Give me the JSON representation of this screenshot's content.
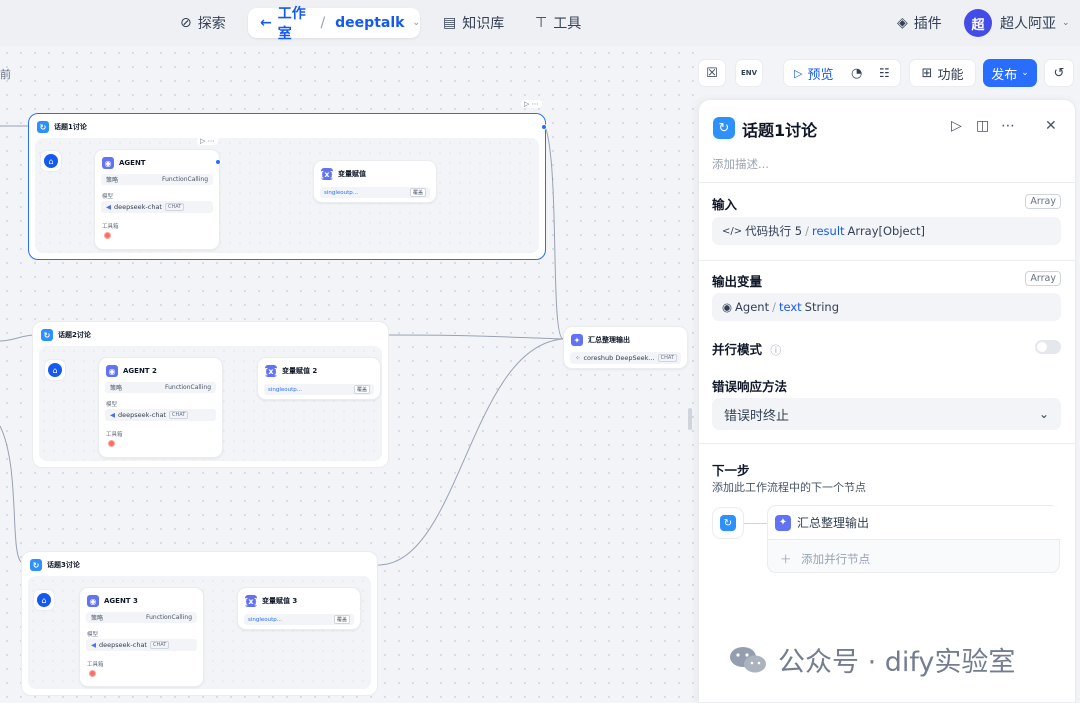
{
  "topbar": {
    "explore": "探索",
    "studio": "工作室",
    "app_name": "deeptalk",
    "knowledge": "知识库",
    "tools": "工具",
    "plugins": "插件",
    "avatar_initial": "超",
    "username": "超人阿亚"
  },
  "canvas": {
    "partial_label": "前",
    "iterations": [
      {
        "title": "话题1讨论",
        "agent": {
          "title": "AGENT",
          "strategy_label": "策略",
          "strategy": "FunctionCalling",
          "model_label": "模型",
          "model": "deepseek-chat",
          "model_badge": "CHAT",
          "tools_label": "工具箱"
        },
        "assign": {
          "title": "变量赋值",
          "var": "singleoutp...",
          "op": "覆盖"
        }
      },
      {
        "title": "话题2讨论",
        "agent": {
          "title": "AGENT 2",
          "strategy_label": "策略",
          "strategy": "FunctionCalling",
          "model_label": "模型",
          "model": "deepseek-chat",
          "model_badge": "CHAT",
          "tools_label": "工具箱"
        },
        "assign": {
          "title": "变量赋值 2",
          "var": "singleoutp...",
          "op": "覆盖"
        }
      },
      {
        "title": "话题3讨论",
        "agent": {
          "title": "AGENT 3",
          "strategy_label": "策略",
          "strategy": "FunctionCalling",
          "model_label": "模型",
          "model": "deepseek-chat",
          "model_badge": "CHAT",
          "tools_label": "工具箱"
        },
        "assign": {
          "title": "变量赋值 3",
          "var": "singleoutp...",
          "op": "覆盖"
        }
      }
    ],
    "summary": {
      "title": "汇总整理输出",
      "model": "coreshub DeepSeek...",
      "badge": "CHAT"
    }
  },
  "toolbar": {
    "env": "ENV",
    "preview": "预览",
    "features": "功能",
    "publish": "发布"
  },
  "panel": {
    "title": "话题1讨论",
    "desc_placeholder": "添加描述...",
    "input_label": "输入",
    "input_type": "Array",
    "input_source": "代码执行 5",
    "input_var": "result",
    "input_var_type": "Array[Object]",
    "output_label": "输出变量",
    "output_type": "Array",
    "output_source": "Agent",
    "output_var": "text",
    "output_var_type": "String",
    "parallel_label": "并行模式",
    "error_label": "错误响应方法",
    "error_value": "错误时终止",
    "next_label": "下一步",
    "next_desc": "添加此工作流程中的下一个节点",
    "next_node": "汇总整理输出",
    "add_parallel": "添加并行节点"
  },
  "watermark": {
    "text": "公众号 · dify实验室"
  },
  "colors": {
    "accent": "#296dff",
    "brand": "#155aef",
    "iteration_icon": "#2e90fa"
  }
}
